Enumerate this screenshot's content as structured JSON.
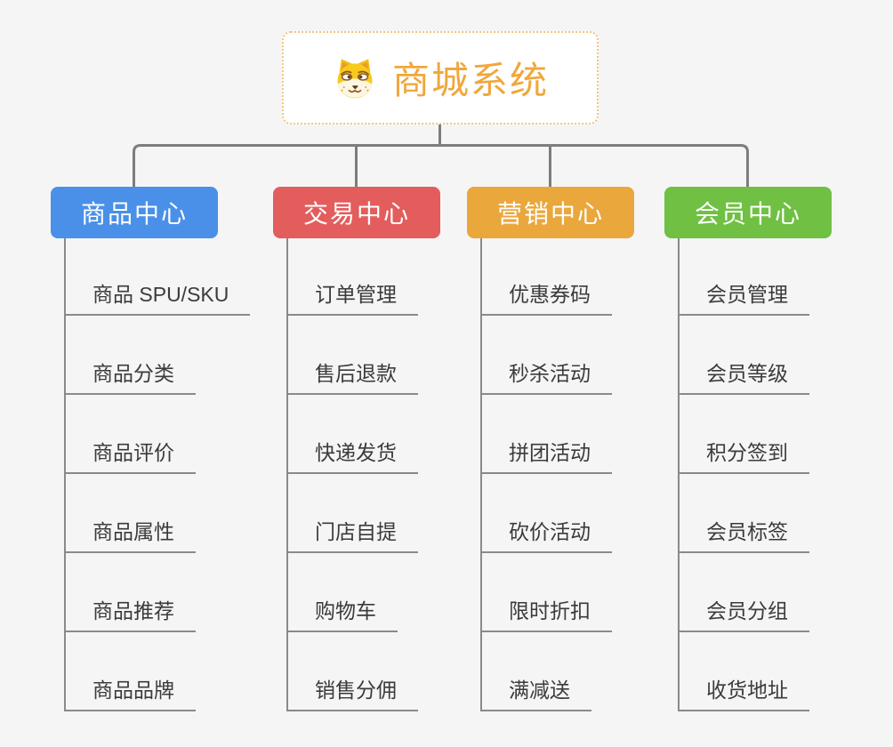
{
  "canvas": {
    "background": "#f5f5f6",
    "connector_line_color": "#7d7d7d",
    "leaf_line_color": "#8a8a8a",
    "leaf_text_color": "#3b3b3b"
  },
  "root": {
    "title": "商城系统",
    "title_color": "#f0a73c",
    "border_color": "#f2c57f",
    "background": "#ffffff",
    "icon": "shiba-dog-icon"
  },
  "branches": [
    {
      "label": "商品中心",
      "color": "#4a90e8",
      "items": [
        "商品 SPU/SKU",
        "商品分类",
        "商品评价",
        "商品属性",
        "商品推荐",
        "商品品牌"
      ]
    },
    {
      "label": "交易中心",
      "color": "#e35d5d",
      "items": [
        "订单管理",
        "售后退款",
        "快递发货",
        "门店自提",
        "购物车",
        "销售分佣"
      ]
    },
    {
      "label": "营销中心",
      "color": "#eaa73c",
      "items": [
        "优惠券码",
        "秒杀活动",
        "拼团活动",
        "砍价活动",
        "限时折扣",
        "满减送"
      ]
    },
    {
      "label": "会员中心",
      "color": "#6fc043",
      "items": [
        "会员管理",
        "会员等级",
        "积分签到",
        "会员标签",
        "会员分组",
        "收货地址"
      ]
    }
  ]
}
